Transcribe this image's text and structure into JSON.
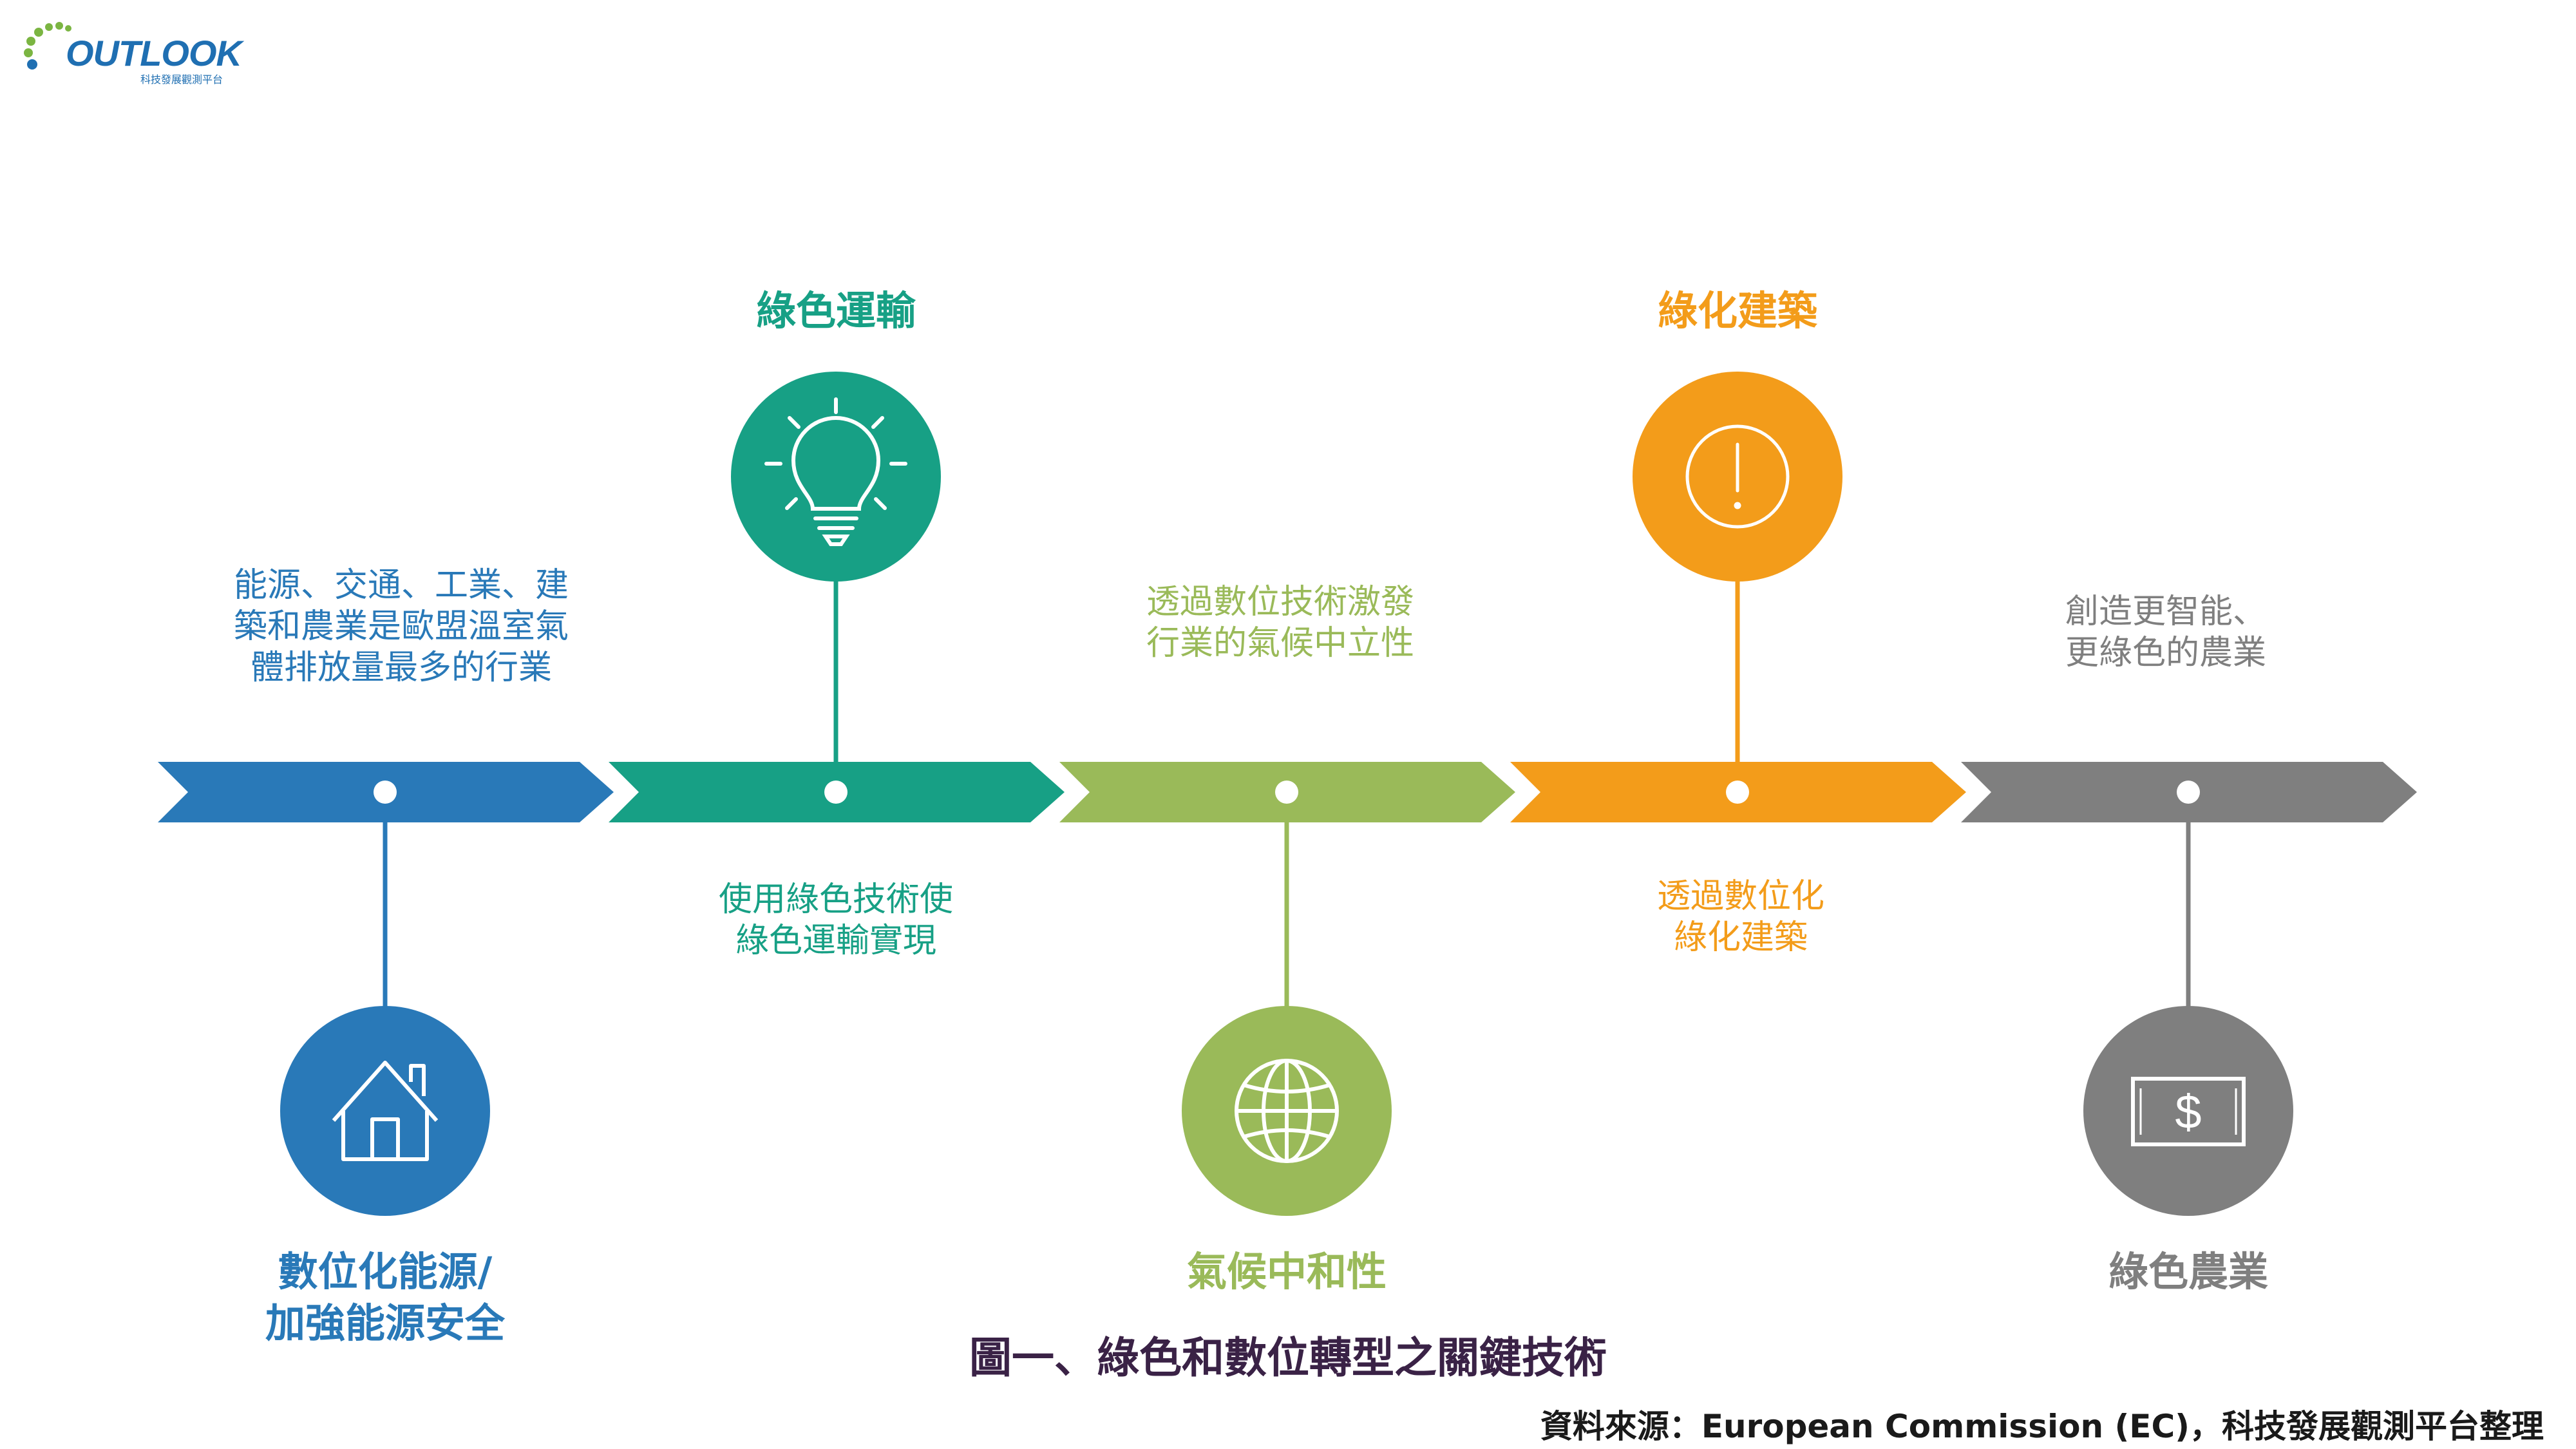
{
  "logo": {
    "wordmark": "OUTLOOK",
    "subtitle": "科技發展觀測平台"
  },
  "colors": {
    "blue": "#2979b8",
    "teal": "#17a085",
    "green": "#9aba59",
    "orange": "#f39c1a",
    "gray": "#7f7f7f"
  },
  "stages": [
    {
      "key": "digital-energy",
      "title": "數位化能源/\n加強能源安全",
      "description": "能源、交通、工業、建\n築和農業是歐盟溫室氣\n體排放量最多的行業",
      "icon": "house-icon",
      "color": "#2979b8",
      "title_color": "#2979b8",
      "desc_color": "#2979b8"
    },
    {
      "key": "green-transport",
      "title": "綠色運輸",
      "description": "使用綠色技術使\n綠色運輸實現",
      "icon": "lightbulb-icon",
      "color": "#17a085",
      "title_color": "#17a085",
      "desc_color": "#17a085"
    },
    {
      "key": "climate-neutral",
      "title": "氣候中和性",
      "description": "透過數位技術激發\n行業的氣候中立性",
      "icon": "globe-icon",
      "color": "#9aba59",
      "title_color": "#9aba59",
      "desc_color": "#9aba59"
    },
    {
      "key": "green-building",
      "title": "綠化建築",
      "description": "透過數位化\n綠化建築",
      "icon": "alert-icon",
      "color": "#f39c1a",
      "title_color": "#f39c1a",
      "desc_color": "#f39c1a"
    },
    {
      "key": "green-agriculture",
      "title": "綠色農業",
      "description": "創造更智能、\n更綠色的農業",
      "icon": "dollar-bill-icon",
      "color": "#7f7f7f",
      "title_color": "#7f7f7f",
      "desc_color": "#7f7f7f"
    }
  ],
  "caption": "圖一、綠色和數位轉型之關鍵技術",
  "source": "資料來源：European Commission (EC)，科技發展觀測平台整理"
}
